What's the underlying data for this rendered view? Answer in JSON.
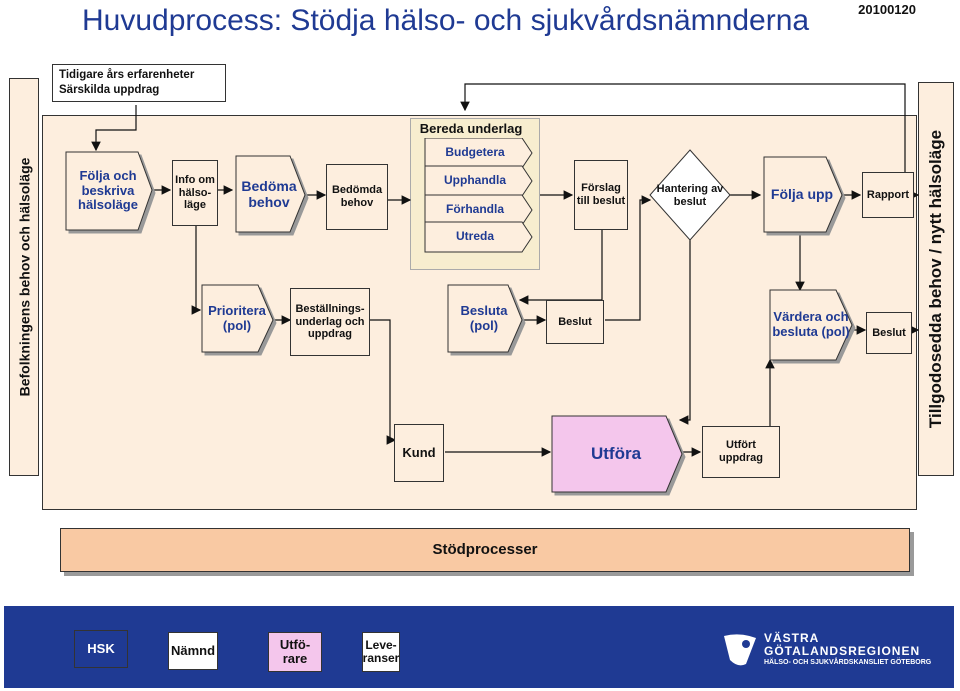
{
  "header": {
    "title": "Huvudprocess: Stödja hälso- och sjukvårdsnämnderna",
    "date": "20100120"
  },
  "left_band": "Befolkningens behov och hälsoläge",
  "right_band": "Tillgodosedda behov / nytt hälsoläge",
  "note": {
    "line1": "Tidigare års erfarenheter",
    "line2": "Särskilda uppdrag"
  },
  "steps": {
    "folja_beskriva": "Följa och beskriva hälsoläge",
    "info": "Info om hälso-läge",
    "bedoma": "Bedöma behov",
    "bedomda": "Bedömda behov",
    "prioritera": "Prioritera (pol)",
    "bestallning": "Beställnings-underlag och uppdrag",
    "bereda": "Bereda underlag",
    "budgetera": "Budgetera",
    "upphandla": "Upphandla",
    "forhandla": "Förhandla",
    "utreda": "Utreda",
    "forslag": "Förslag till beslut",
    "besluta": "Besluta (pol)",
    "beslut1": "Beslut",
    "hantering": "Hantering av beslut",
    "folja_upp": "Följa upp",
    "rapport": "Rapport",
    "vardera": "Värdera och besluta (pol)",
    "beslut2": "Beslut",
    "kund": "Kund",
    "utfora": "Utföra",
    "utfort": "Utfört uppdrag"
  },
  "support": "Stödprocesser",
  "legend": {
    "hsk": "HSK",
    "namnd": "Nämnd",
    "utforare": "Utfö-rare",
    "leveranser": "Leve-ranser"
  },
  "logo": {
    "line1": "VÄSTRA",
    "line2": "GÖTALANDSREGIONEN",
    "line3": "HÄLSO- OCH SJUKVÅRDSKANSLIET GÖTEBORG"
  },
  "colors": {
    "fill": "#fdeede",
    "accent": "#1f3a93",
    "pink": "#f4c6ec",
    "bereda_bg": "#f7edcf",
    "support": "#f9c9a3"
  }
}
